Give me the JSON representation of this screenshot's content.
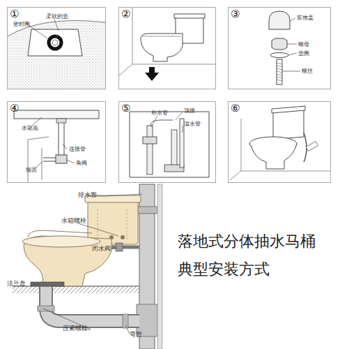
{
  "diagram": {
    "title": "落地式分体抽水马桶 典型安装方式",
    "nodes": [
      {
        "text": [
          "①",
          "密封圈",
          "柔软的垫"
        ]
      },
      {
        "text": [
          "②"
        ]
      },
      {
        "text": [
          "③",
          "装饰盖",
          "螺母",
          "垫圈",
          "螺丝"
        ]
      },
      {
        "text": [
          "④",
          "水箱底",
          "连接管",
          "角阀",
          "墙面"
        ]
      },
      {
        "text": [
          "⑤",
          "补水管",
          "顶接",
          "溢水管"
        ]
      },
      {
        "text": [
          "⑥"
        ]
      }
    ],
    "labels": [
      "排水管",
      "水箱螺栓",
      "闭水阀",
      "法兰盘",
      "压紧螺栓",
      "弯管"
    ]
  }
}
